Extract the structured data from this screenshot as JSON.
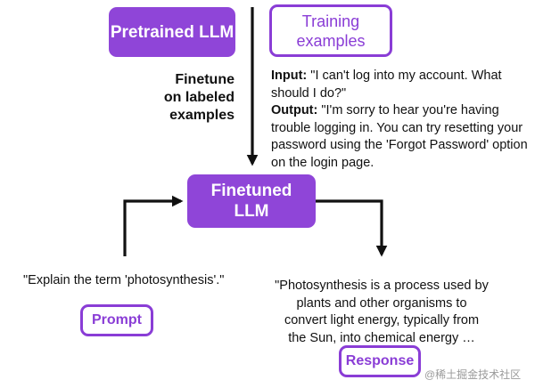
{
  "nodes": {
    "pretrained": "Pretrained LLM",
    "training_examples": [
      "Training",
      "examples"
    ],
    "finetuned": [
      "Finetuned",
      "LLM"
    ],
    "prompt": "Prompt",
    "response": "Response"
  },
  "finetune_label": [
    "Finetune",
    "on labeled",
    "examples"
  ],
  "example": {
    "input_label": "Input:",
    "input_text": " \"I can't log into my account. What should I do?\"",
    "output_label": "Output:",
    "output_text": " \"I'm sorry to hear you're having trouble logging in. You can try resetting your password using the 'Forgot Password' option on the login page."
  },
  "prompt_text": "\"Explain the term 'photosynthesis'.\"",
  "response_text": [
    "\"Photosynthesis is a process used by",
    "plants and other organisms to",
    "convert light energy, typically from",
    "the Sun, into chemical energy …"
  ],
  "watermark": "@稀土掘金技术社区",
  "colors": {
    "accent": "#8f45d8",
    "outline": "#8a3dd6",
    "arrow": "#111111"
  }
}
